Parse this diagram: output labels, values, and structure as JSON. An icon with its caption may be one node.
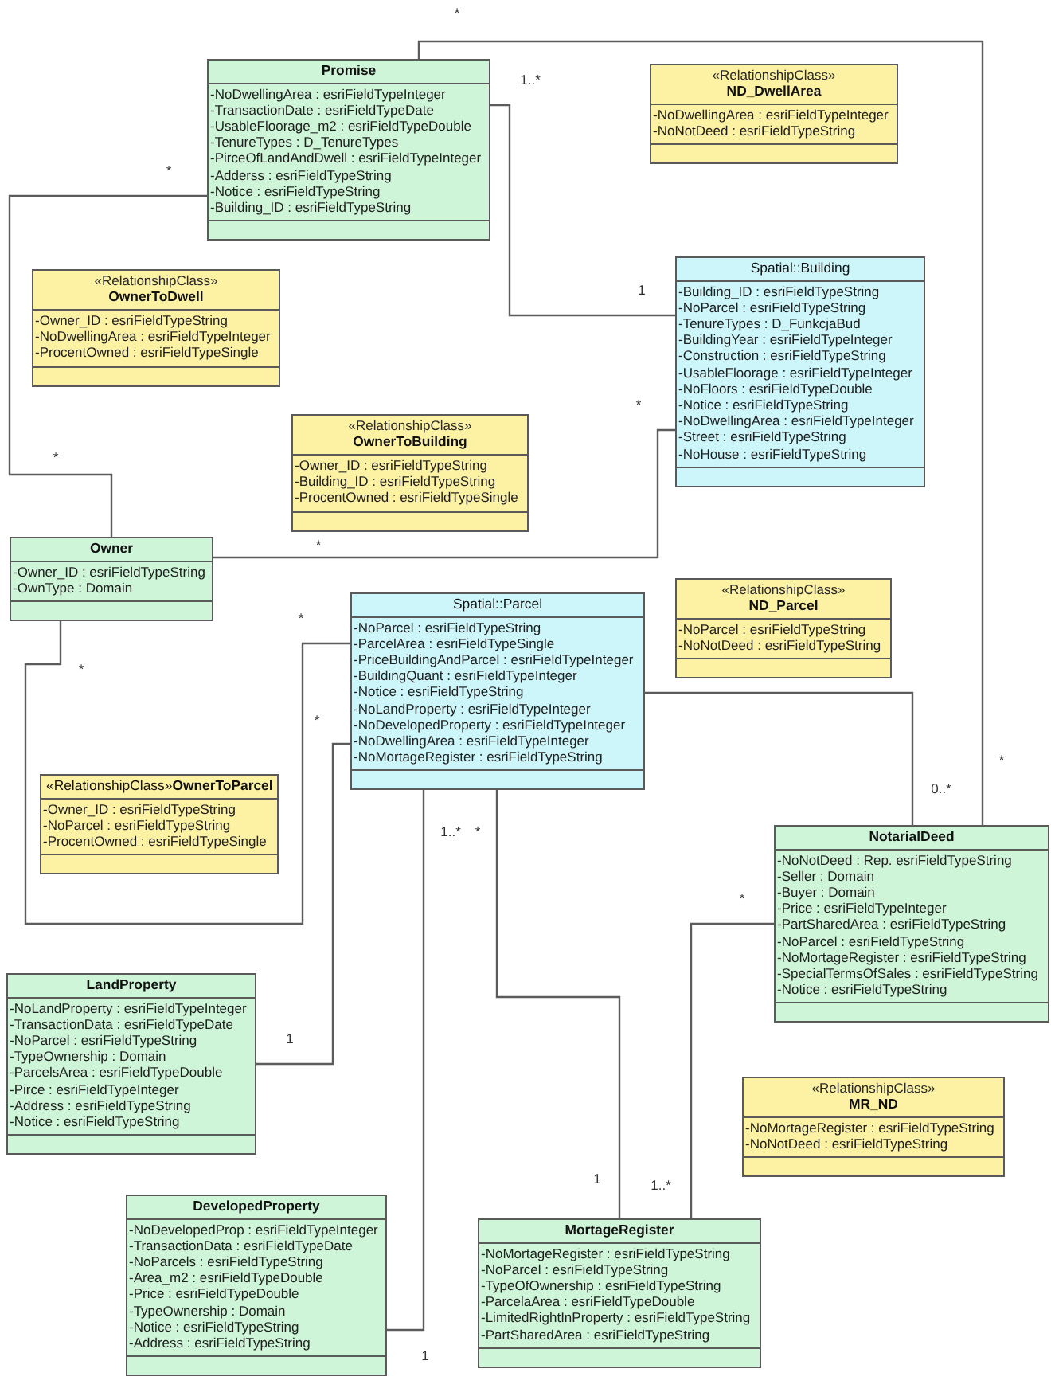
{
  "diagram": {
    "nodes": [
      {
        "text": [
          "Promise",
          "-NoDwellingArea : esriFieldTypeInteger",
          "-TransactionDate : esriFieldTypeDate",
          "-UsableFloorage_m2 : esriFieldTypeDouble",
          "-TenureTypes : D_TenureTypes",
          "-PirceOfLandAndDwell : esriFieldTypeInteger",
          "-Adderss : esriFieldTypeString",
          "-Notice : esriFieldTypeString",
          "-Building_ID : esriFieldTypeString"
        ]
      },
      {
        "text": [
          "«RelationshipClass»",
          "ND_DwellArea",
          "-NoDwellingArea : esriFieldTypeInteger",
          "-NoNotDeed : esriFieldTypeString"
        ]
      },
      {
        "text": [
          "Spatial::Building",
          "-Building_ID : esriFieldTypeString",
          "-NoParcel : esriFieldTypeString",
          "-TenureTypes : D_FunkcjaBud",
          "-BuildingYear : esriFieldTypeInteger",
          "-Construction : esriFieldTypeString",
          "-UsableFloorage : esriFieldTypeInteger",
          "-NoFloors : esriFieldTypeDouble",
          "-Notice : esriFieldTypeString",
          "-NoDwellingArea : esriFieldTypeInteger",
          "-Street : esriFieldTypeString",
          "-NoHouse : esriFieldTypeString"
        ]
      },
      {
        "text": [
          "«RelationshipClass»",
          "OwnerToDwell",
          "-Owner_ID : esriFieldTypeString",
          "-NoDwellingArea : esriFieldTypeInteger",
          "-ProcentOwned : esriFieldTypeSingle"
        ]
      },
      {
        "text": [
          "«RelationshipClass»",
          "OwnerToBuilding",
          "-Owner_ID : esriFieldTypeString",
          "-Building_ID : esriFieldTypeString",
          "-ProcentOwned : esriFieldTypeSingle"
        ]
      },
      {
        "text": [
          "Owner",
          "-Owner_ID : esriFieldTypeString",
          "-OwnType : Domain"
        ]
      },
      {
        "text": [
          "«RelationshipClass»",
          "ND_Parcel",
          "-NoParcel : esriFieldTypeString",
          "-NoNotDeed : esriFieldTypeString"
        ]
      },
      {
        "text": [
          "Spatial::Parcel",
          "-NoParcel : esriFieldTypeString",
          "-ParcelArea : esriFieldTypeSingle",
          "-PriceBuildingAndParcel : esriFieldTypeInteger",
          "-BuildingQuant : esriFieldTypeInteger",
          "-Notice : esriFieldTypeString",
          "-NoLandProperty : esriFieldTypeInteger",
          "-NoDevelopedProperty : esriFieldTypeInteger",
          "-NoDwellingArea : esriFieldTypeInteger",
          "-NoMortageRegister : esriFieldTypeString"
        ]
      },
      {
        "text": [
          "«RelationshipClass»**OwnerToParcel**",
          "-Owner_ID : esriFieldTypeString",
          "-NoParcel : esriFieldTypeString",
          "-ProcentOwned : esriFieldTypeSingle"
        ]
      },
      {
        "text": [
          "NotarialDeed",
          "-NoNotDeed : Rep. esriFieldTypeString",
          "-Seller : Domain",
          "-Buyer : Domain",
          "-Price : esriFieldTypeInteger",
          "-PartSharedArea : esriFieldTypeString",
          "-NoParcel : esriFieldTypeString",
          "-NoMortageRegister : esriFieldTypeString",
          "-SpecialTermsOfSales : esriFieldTypeString",
          "-Notice : esriFieldTypeString"
        ]
      },
      {
        "text": [
          "LandProperty",
          "-NoLandProperty : esriFieldTypeInteger",
          "-TransactionData : esriFieldTypeDate",
          "-NoParcel : esriFieldTypeString",
          "-TypeOwnership : Domain",
          "-ParcelsArea : esriFieldTypeDouble",
          "-Pirce : esriFieldTypeInteger",
          "-Address : esriFieldTypeString",
          "-Notice : esriFieldTypeString"
        ]
      },
      {
        "text": [
          "«RelationshipClass»",
          "MR_ND",
          "-NoMortageRegister : esriFieldTypeString",
          "-NoNotDeed : esriFieldTypeString"
        ]
      },
      {
        "text": [
          "DevelopedProperty",
          "-NoDevelopedProp : esriFieldTypeInteger",
          "-TransactionData : esriFieldTypeDate",
          "-NoParcels : esriFieldTypeString",
          "-Area_m2 : esriFieldTypeDouble",
          "-Price : esriFieldTypeDouble",
          "-TypeOwnership : Domain",
          "-Notice : esriFieldTypeString",
          "-Address : esriFieldTypeString"
        ]
      },
      {
        "text": [
          "MortageRegister",
          "-NoMortageRegister : esriFieldTypeString",
          "-NoParcel : esriFieldTypeString",
          "-TypeOfOwnership : esriFieldTypeString",
          "-ParcelaArea : esriFieldTypeDouble",
          "-LimitedRightInProperty : esriFieldTypeString",
          "-PartSharedArea : esriFieldTypeString"
        ]
      }
    ],
    "edges": [
      {
        "from": 0,
        "to": 9,
        "arrow": "none"
      },
      {
        "from": 0,
        "to": 2,
        "arrow": "none"
      },
      {
        "from": 0,
        "to": 5,
        "arrow": "none"
      },
      {
        "from": 5,
        "to": 2,
        "arrow": "none"
      },
      {
        "from": 5,
        "to": 7,
        "arrow": "none"
      },
      {
        "from": 7,
        "to": 10,
        "arrow": "none"
      },
      {
        "from": 7,
        "to": 12,
        "arrow": "none"
      },
      {
        "from": 7,
        "to": 13,
        "arrow": "none"
      },
      {
        "from": 7,
        "to": 9,
        "arrow": "none"
      },
      {
        "from": 9,
        "to": 13,
        "arrow": "none"
      }
    ],
    "labels": [
      "*",
      "1..*",
      "*",
      "1",
      "*",
      "*",
      "*",
      "*",
      "*",
      "*",
      "*",
      "0..*",
      "1..*",
      "*",
      "*",
      "1",
      "1",
      "1..*",
      "1"
    ]
  }
}
